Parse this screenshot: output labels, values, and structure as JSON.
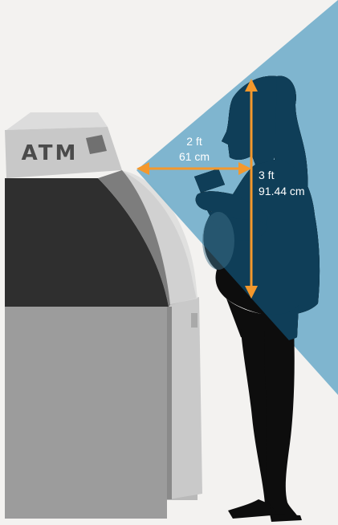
{
  "atm": {
    "label": "ATM"
  },
  "measurements": {
    "horizontal": {
      "feet": "2 ft",
      "cm": "61 cm"
    },
    "vertical": {
      "feet": "3 ft",
      "cm": "91.44 cm"
    }
  },
  "colors": {
    "background": "#f3f2f0",
    "view_cone": "#6aaac9",
    "silhouette": "#0d0d0d",
    "silhouette_overlap": "#0f3e58",
    "arrow": "#f4982c",
    "atm_header": "#c8c8c8",
    "atm_screen": "#2f2f2f",
    "atm_base": "#9c9c9c"
  }
}
